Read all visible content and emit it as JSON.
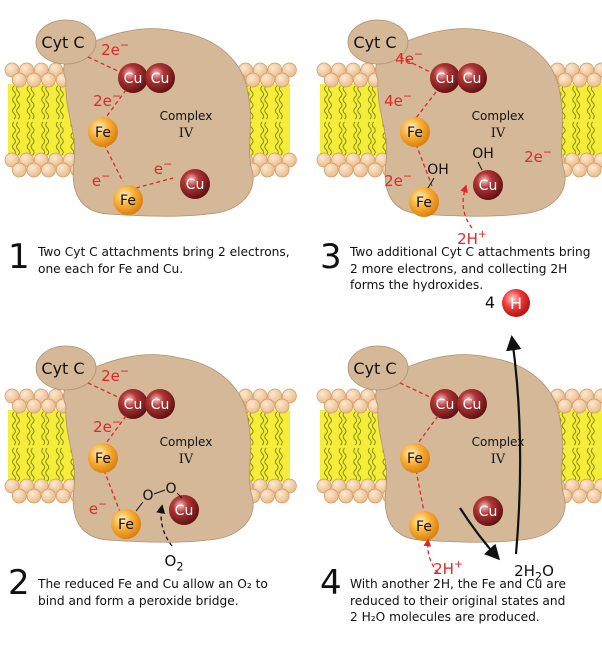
{
  "labels": {
    "cytc": "Cyt C",
    "complex": "Complex",
    "complex_roman": "IV",
    "cu": "Cu",
    "fe": "Fe",
    "e": "e",
    "minus": "−",
    "two_e": "2e",
    "four_e": "4e",
    "two_h": "2H",
    "plus": "+",
    "oh": "OH",
    "o": "O",
    "o2_base": "O",
    "o2_sub": "2",
    "h_ball": "H",
    "four": "4",
    "h2o_prefix": "2H",
    "h2o_sub": "2",
    "h2o_suffix": "O"
  },
  "steps": [
    {
      "num": "1",
      "lines": [
        "Two Cyt  C attachments bring 2 electrons,",
        "one each for Fe and Cu."
      ]
    },
    {
      "num": "2",
      "lines": [
        "The reduced Fe and Cu allow an O₂ to",
        "bind and form a peroxide bridge."
      ]
    },
    {
      "num": "3",
      "lines": [
        "Two additional Cyt  C attachments bring",
        "2 more electrons, and collecting 2H",
        "forms the hydroxides."
      ]
    },
    {
      "num": "4",
      "lines": [
        "With another 2H, the Fe and Cu are",
        "reduced to their original states and",
        "2  H₂O molecules are produced."
      ]
    }
  ],
  "colors": {
    "membrane_yellow": "#f4ed3a",
    "lipid_head": "#f3c796",
    "lipid_head_stroke": "#c89a68",
    "lipid_tail": "#8a8a12",
    "complex_fill": "#d4b898",
    "complex_stroke": "#b09070",
    "cu_red": "#8c1a1a",
    "fe_orange": "#f5a623",
    "electron_red": "#e0262a",
    "proton_ball": "#e02a2a",
    "arrow_black": "#111111"
  }
}
